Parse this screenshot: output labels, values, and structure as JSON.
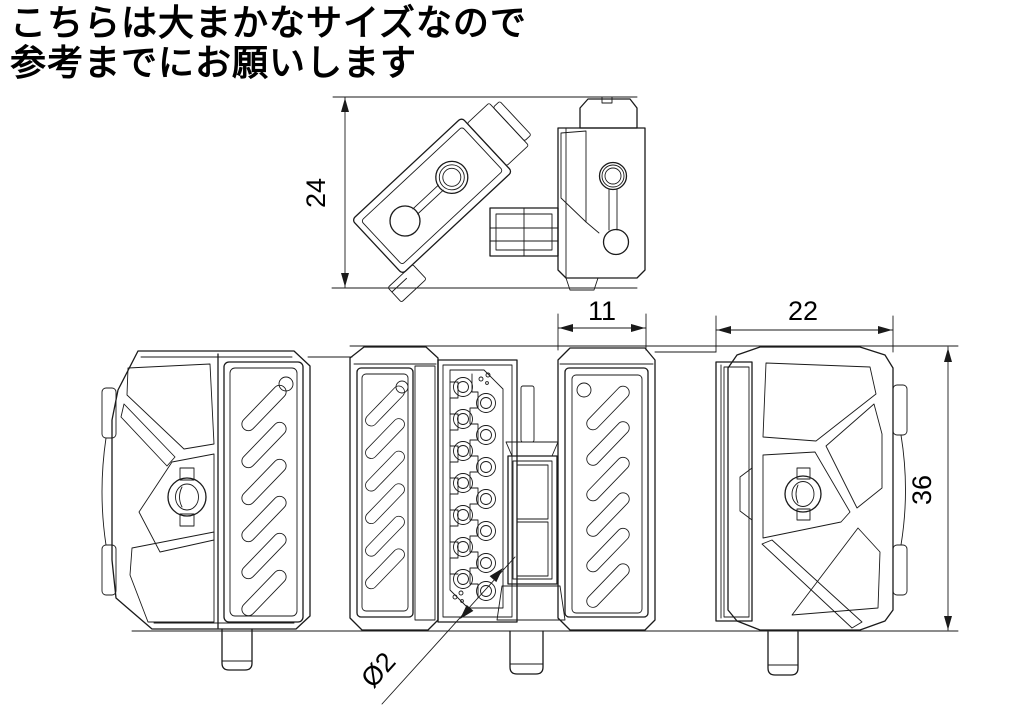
{
  "title": {
    "line1": "こちらは大まかなサイズなので",
    "line2": "参考までにお願いします"
  },
  "dimensions": {
    "top_height": "24",
    "inner_width": "11",
    "side_width": "22",
    "body_height": "36",
    "hole_diameter": "Ø2"
  },
  "colors": {
    "line": "#1a1a1a",
    "text": "#000000",
    "background": "#ffffff"
  }
}
